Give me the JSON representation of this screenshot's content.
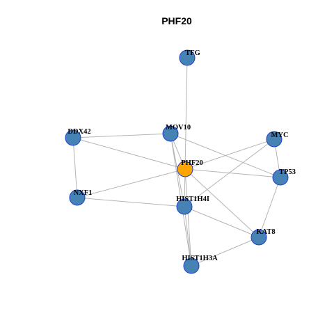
{
  "title": "PHF20",
  "colors": {
    "neighbor_fill": "#4682b4",
    "center_fill": "#ffa500",
    "node_border": "#1f3fd0",
    "edge": "#b4b4b4"
  },
  "nodes": [
    {
      "id": "TFG",
      "label": "TFG",
      "center": false
    },
    {
      "id": "MOV10",
      "label": "MOV10",
      "center": false
    },
    {
      "id": "DDX42",
      "label": "DDX42",
      "center": false
    },
    {
      "id": "MYC",
      "label": "MYC",
      "center": false
    },
    {
      "id": "PHF20",
      "label": "PHF20",
      "center": true
    },
    {
      "id": "TP53",
      "label": "TP53",
      "center": false
    },
    {
      "id": "NXF1",
      "label": "NXF1",
      "center": false
    },
    {
      "id": "HIST1H4I",
      "label": "HIST1H4I",
      "center": false
    },
    {
      "id": "KAT8",
      "label": "KAT8",
      "center": false
    },
    {
      "id": "HIST1H3A",
      "label": "HIST1H3A",
      "center": false
    }
  ],
  "edges": [
    [
      "TFG",
      "PHF20"
    ],
    [
      "DDX42",
      "MOV10"
    ],
    [
      "DDX42",
      "PHF20"
    ],
    [
      "DDX42",
      "NXF1"
    ],
    [
      "MOV10",
      "PHF20"
    ],
    [
      "MOV10",
      "TP53"
    ],
    [
      "MOV10",
      "HIST1H4I"
    ],
    [
      "MOV10",
      "HIST1H3A"
    ],
    [
      "MYC",
      "PHF20"
    ],
    [
      "MYC",
      "TP53"
    ],
    [
      "MYC",
      "HIST1H4I"
    ],
    [
      "PHF20",
      "TP53"
    ],
    [
      "PHF20",
      "NXF1"
    ],
    [
      "PHF20",
      "HIST1H4I"
    ],
    [
      "PHF20",
      "KAT8"
    ],
    [
      "PHF20",
      "HIST1H3A"
    ],
    [
      "NXF1",
      "HIST1H4I"
    ],
    [
      "TP53",
      "KAT8"
    ],
    [
      "HIST1H4I",
      "KAT8"
    ],
    [
      "HIST1H4I",
      "HIST1H3A"
    ],
    [
      "KAT8",
      "HIST1H3A"
    ]
  ]
}
